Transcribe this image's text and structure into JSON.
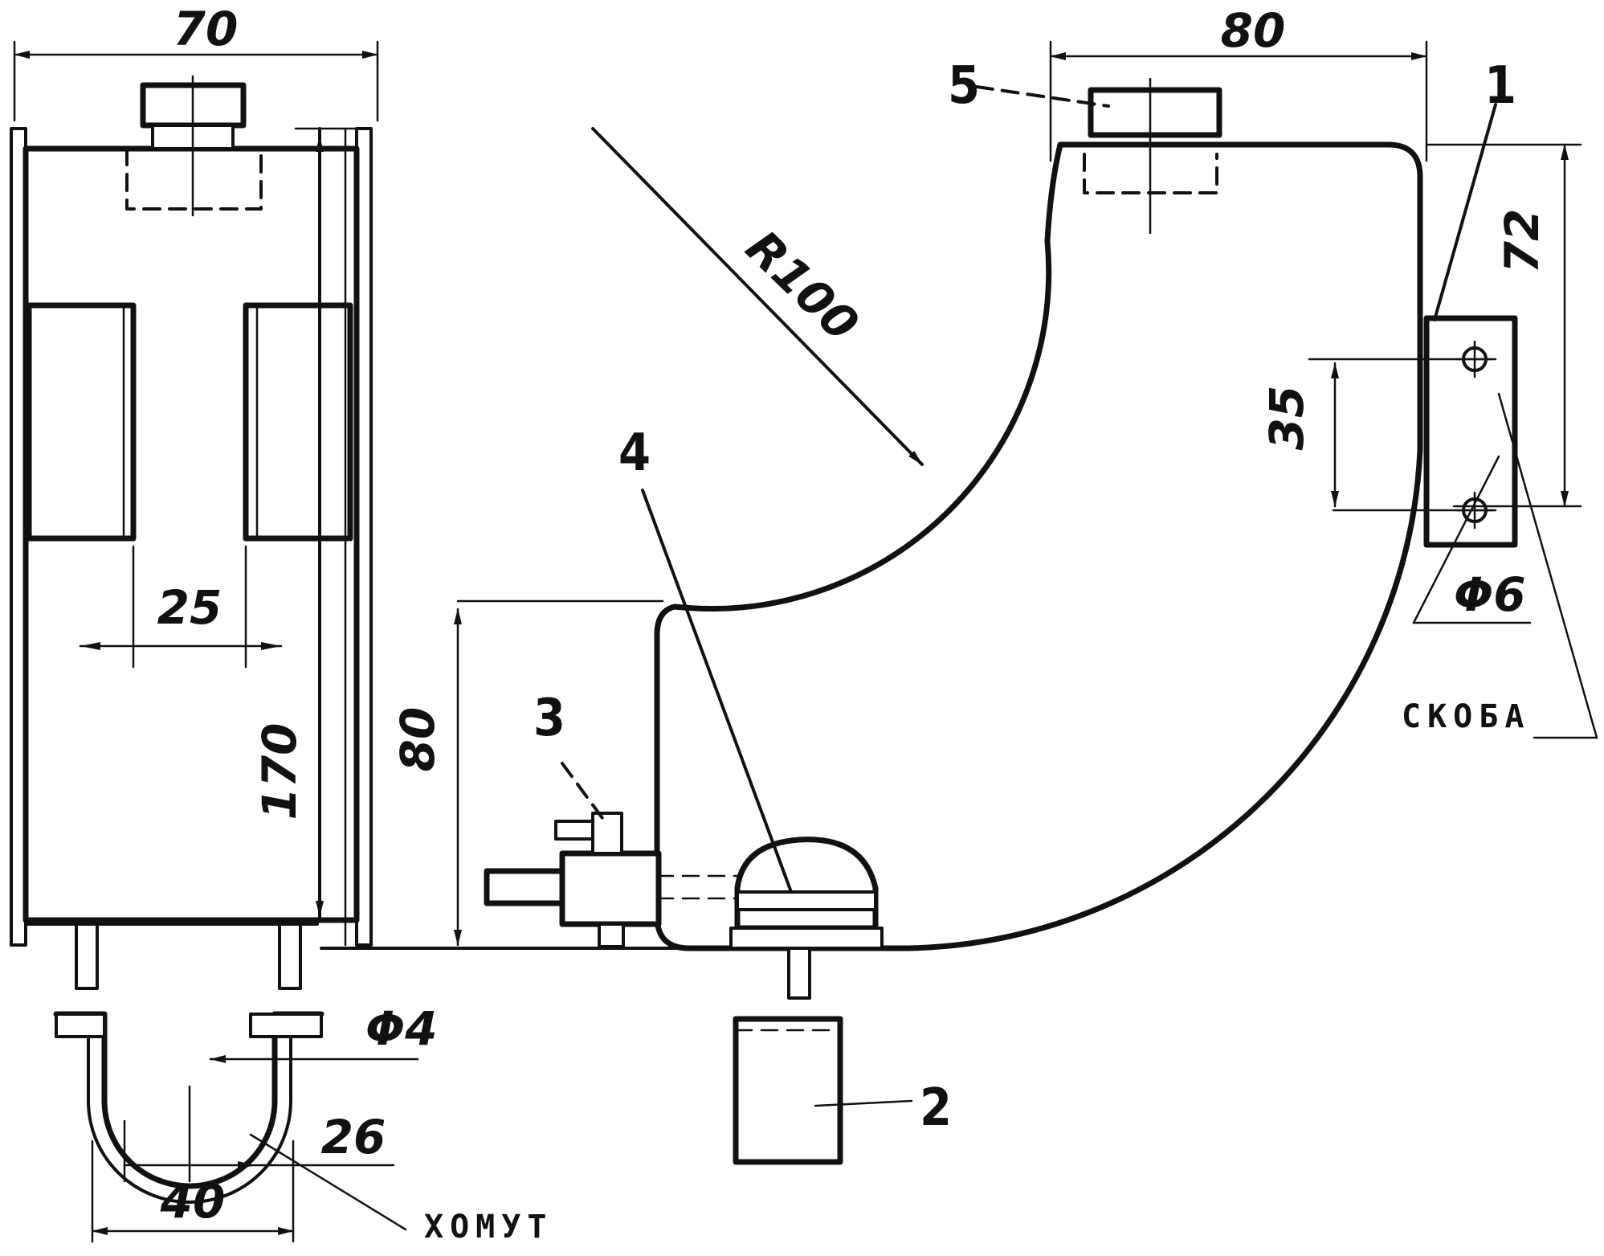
{
  "dimensions": {
    "tank_width": "70",
    "slot_spacing": "25",
    "tank_height": "170",
    "clamp_hole": "Φ4",
    "clamp_inner": "26",
    "clamp_outer": "40",
    "top_width": "80",
    "bend_radius": "R100",
    "bracket_height": "72",
    "hole_spacing": "35",
    "bracket_hole": "Φ6",
    "left_height": "80"
  },
  "callouts": {
    "item_1": "1",
    "item_2": "2",
    "item_3": "3",
    "item_4": "4",
    "item_5": "5"
  },
  "labels": {
    "bracket": "СКОБА",
    "clamp": "ХОМУТ"
  }
}
